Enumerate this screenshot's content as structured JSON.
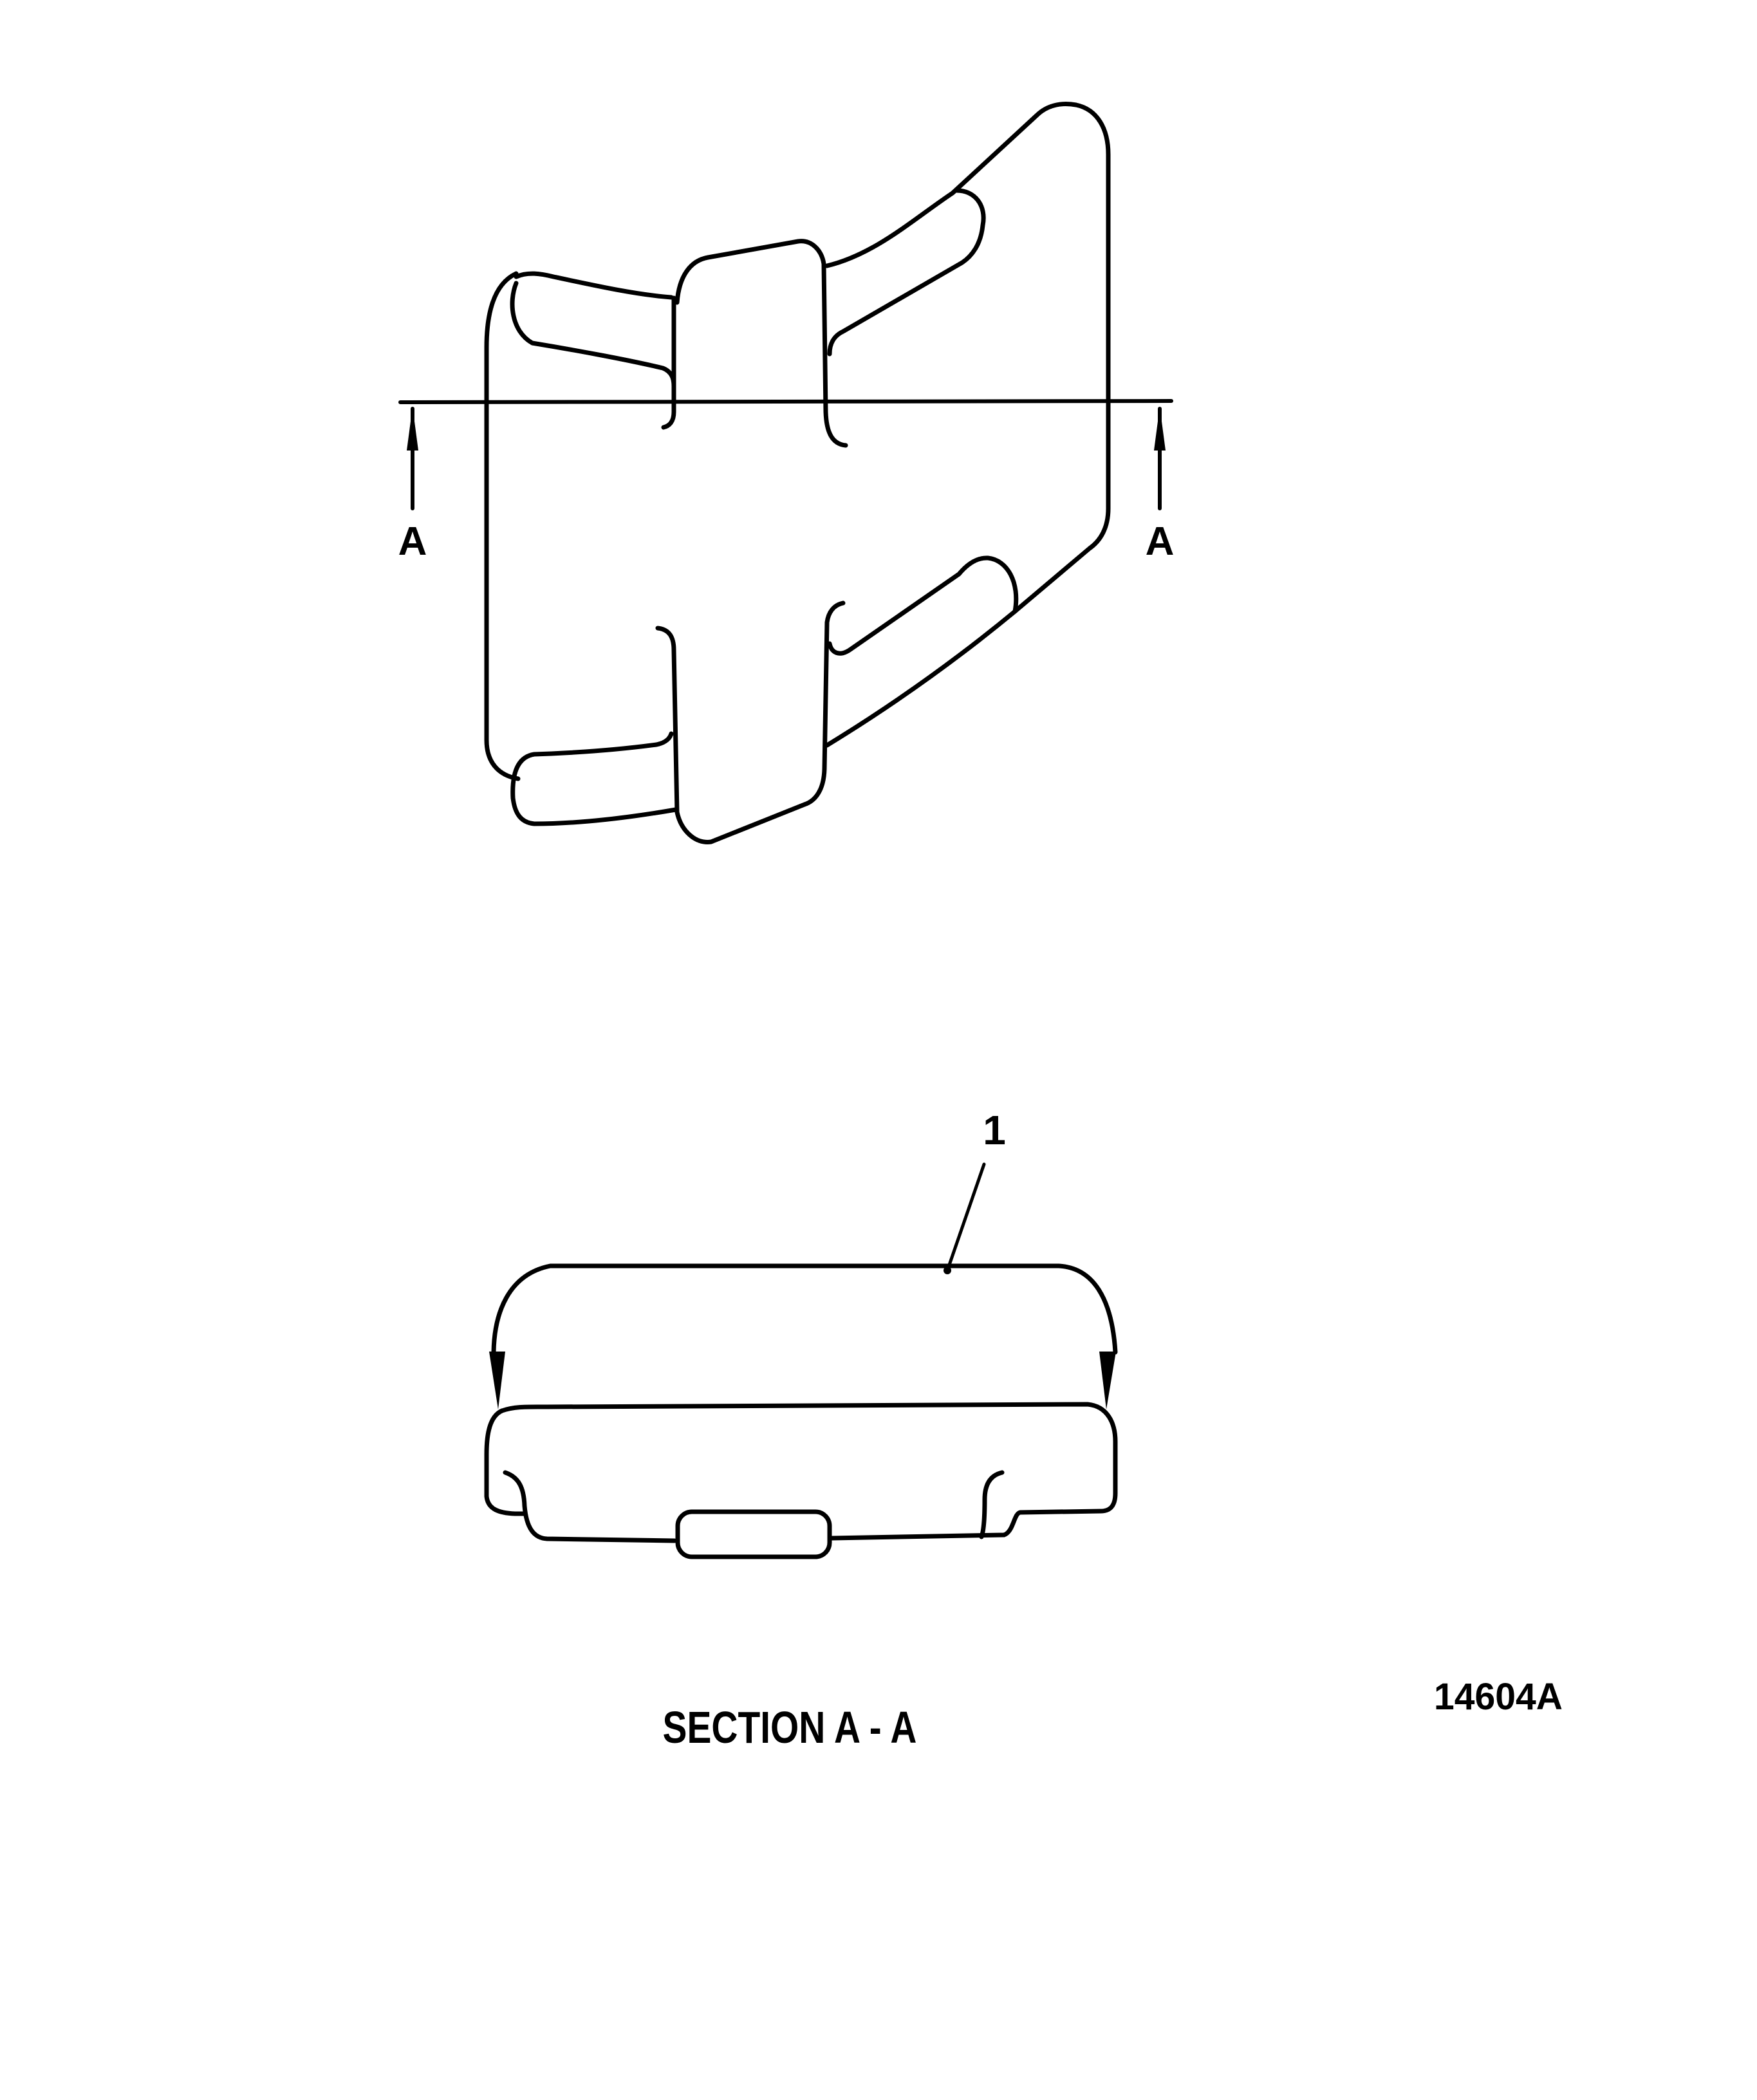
{
  "figure": {
    "id_label": "14604A",
    "section_title": "SECTION A - A",
    "section_markers": [
      "A",
      "A"
    ],
    "callouts": [
      {
        "number": "1",
        "target": "section-part"
      }
    ],
    "colors": {
      "line": "#000000",
      "background": "#ffffff"
    }
  }
}
